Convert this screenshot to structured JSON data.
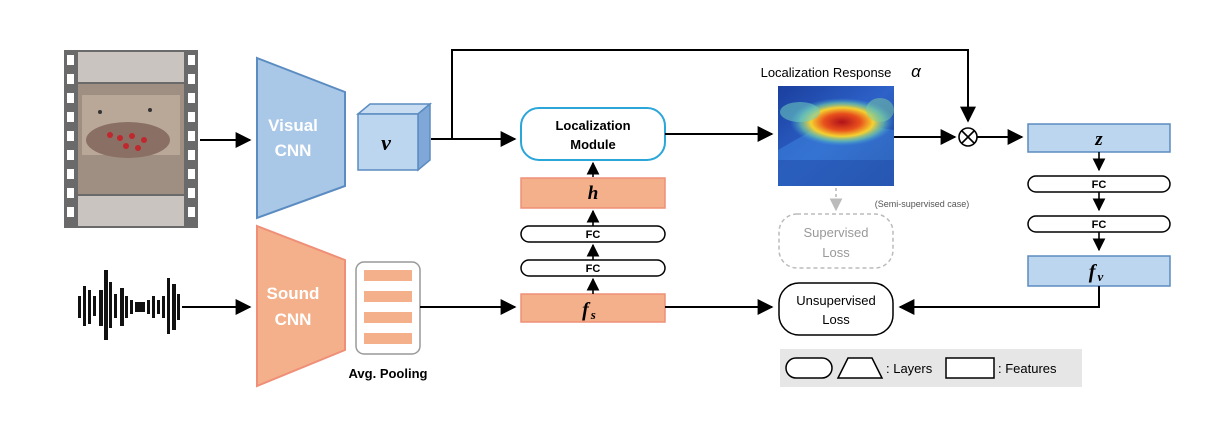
{
  "visual_cnn": {
    "line1": "Visual",
    "line2": "CNN",
    "color": "#a9c7e6",
    "stroke": "#5b8cc1"
  },
  "sound_cnn": {
    "line1": "Sound",
    "line2": "CNN",
    "color": "#f4b08a",
    "stroke": "#ef8f78"
  },
  "v_feature": "v",
  "avg_pooling": "Avg. Pooling",
  "localization_module": {
    "line1": "Localization",
    "line2": "Module"
  },
  "h_feature": "h",
  "fc_label": "FC",
  "fs_feature": {
    "main": "f",
    "sub": "s"
  },
  "localization_response": {
    "title": "Localization Response",
    "symbol": "α"
  },
  "semi_supervised_note": "(Semi-supervised case)",
  "supervised_loss": {
    "line1": "Supervised",
    "line2": "Loss"
  },
  "unsupervised_loss": {
    "line1": "Unsupervised",
    "line2": "Loss"
  },
  "z_feature": "z",
  "fv_feature": {
    "main": "f",
    "sub": "v"
  },
  "multiply_symbol": "⊗",
  "legend": {
    "layers": ": Layers",
    "features": ": Features"
  },
  "colors": {
    "feature_blue": "#bcd6ef",
    "feature_blue_stroke": "#5b8cc1",
    "feature_orange": "#f4b08a",
    "feature_orange_stroke": "#ef8f78",
    "module_stroke": "#2aa6d9",
    "gray": "#b8b8b8"
  },
  "icons": [
    "video-frames-icon",
    "sound-waveform-icon",
    "heatmap-image"
  ]
}
